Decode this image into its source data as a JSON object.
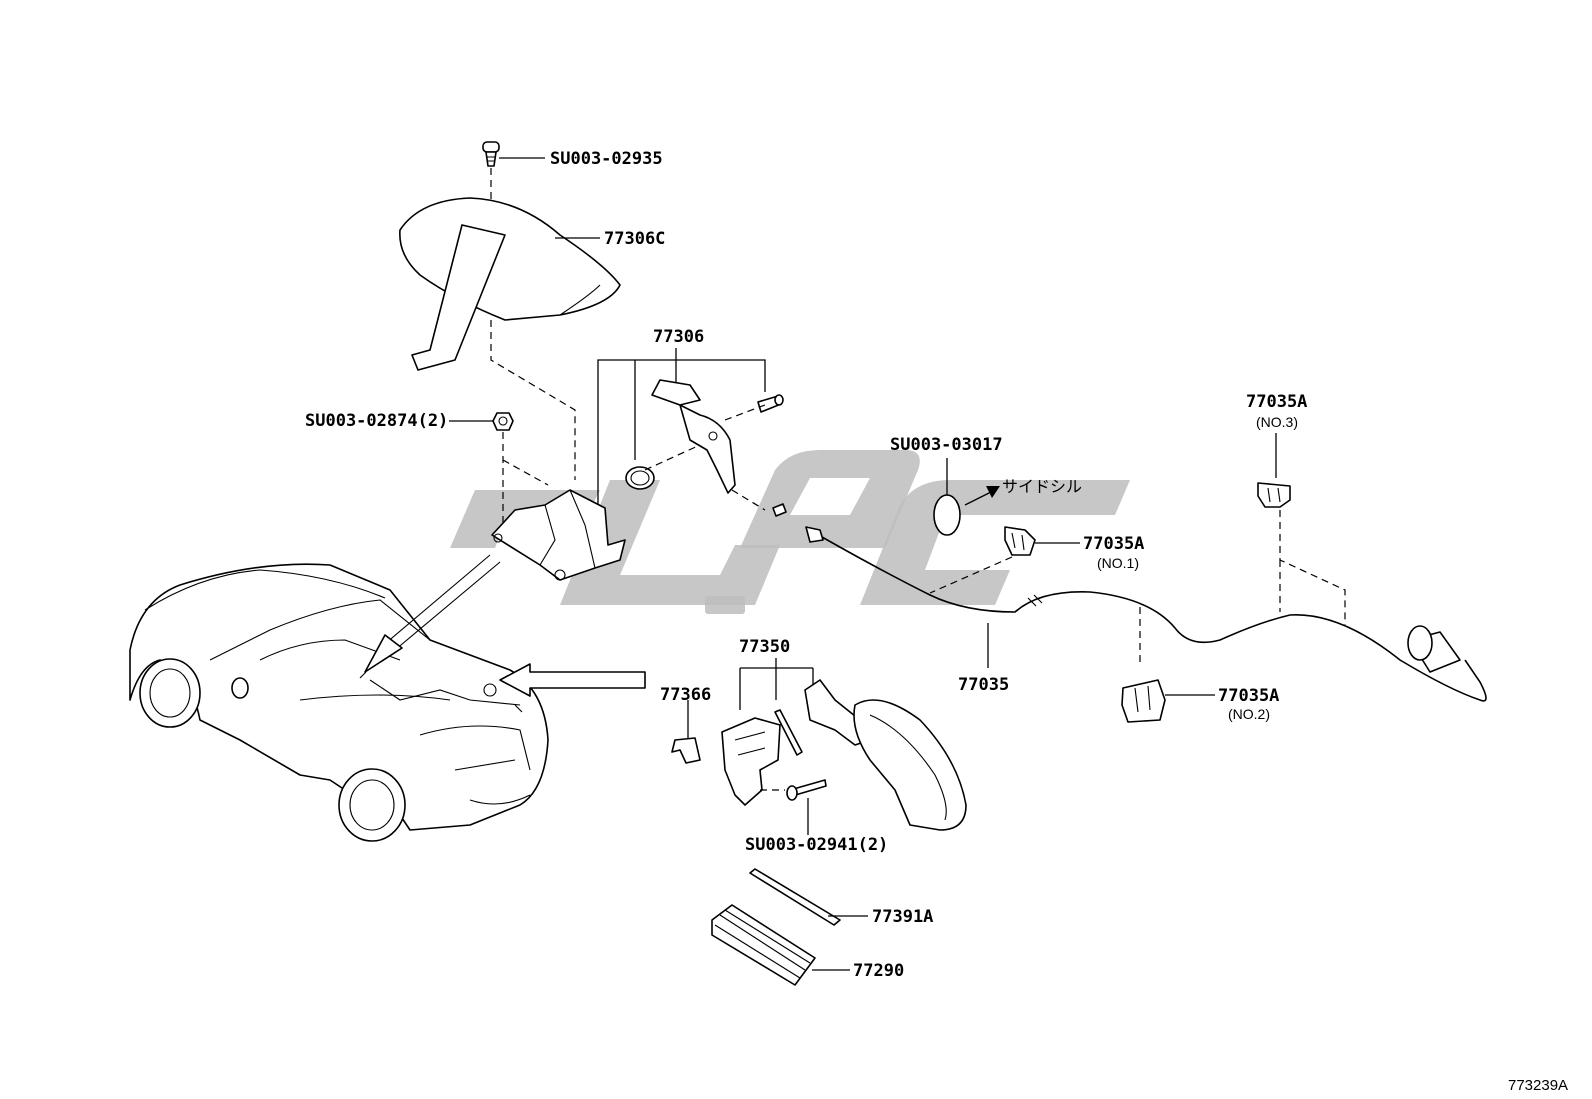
{
  "diagram": {
    "drawing_number": "773239A",
    "parts": {
      "screw_top": "SU003-02935",
      "cover": "77306C",
      "opener_lever": "77306",
      "nut": "SU003-02874(2)",
      "plug": "SU003-03017",
      "side_sill_note": "サイドシル",
      "clamp_no1": "77035A",
      "clamp_no1_sub": "(NO.1)",
      "clamp_no3": "77035A",
      "clamp_no3_sub": "(NO.3)",
      "cable": "77035",
      "clamp_no2": "77035A",
      "clamp_no2_sub": "(NO.2)",
      "lid_assembly": "77350",
      "spring": "77366",
      "rivet": "SU003-02941(2)",
      "gasket_strip": "77391A",
      "gasket": "77290"
    }
  }
}
